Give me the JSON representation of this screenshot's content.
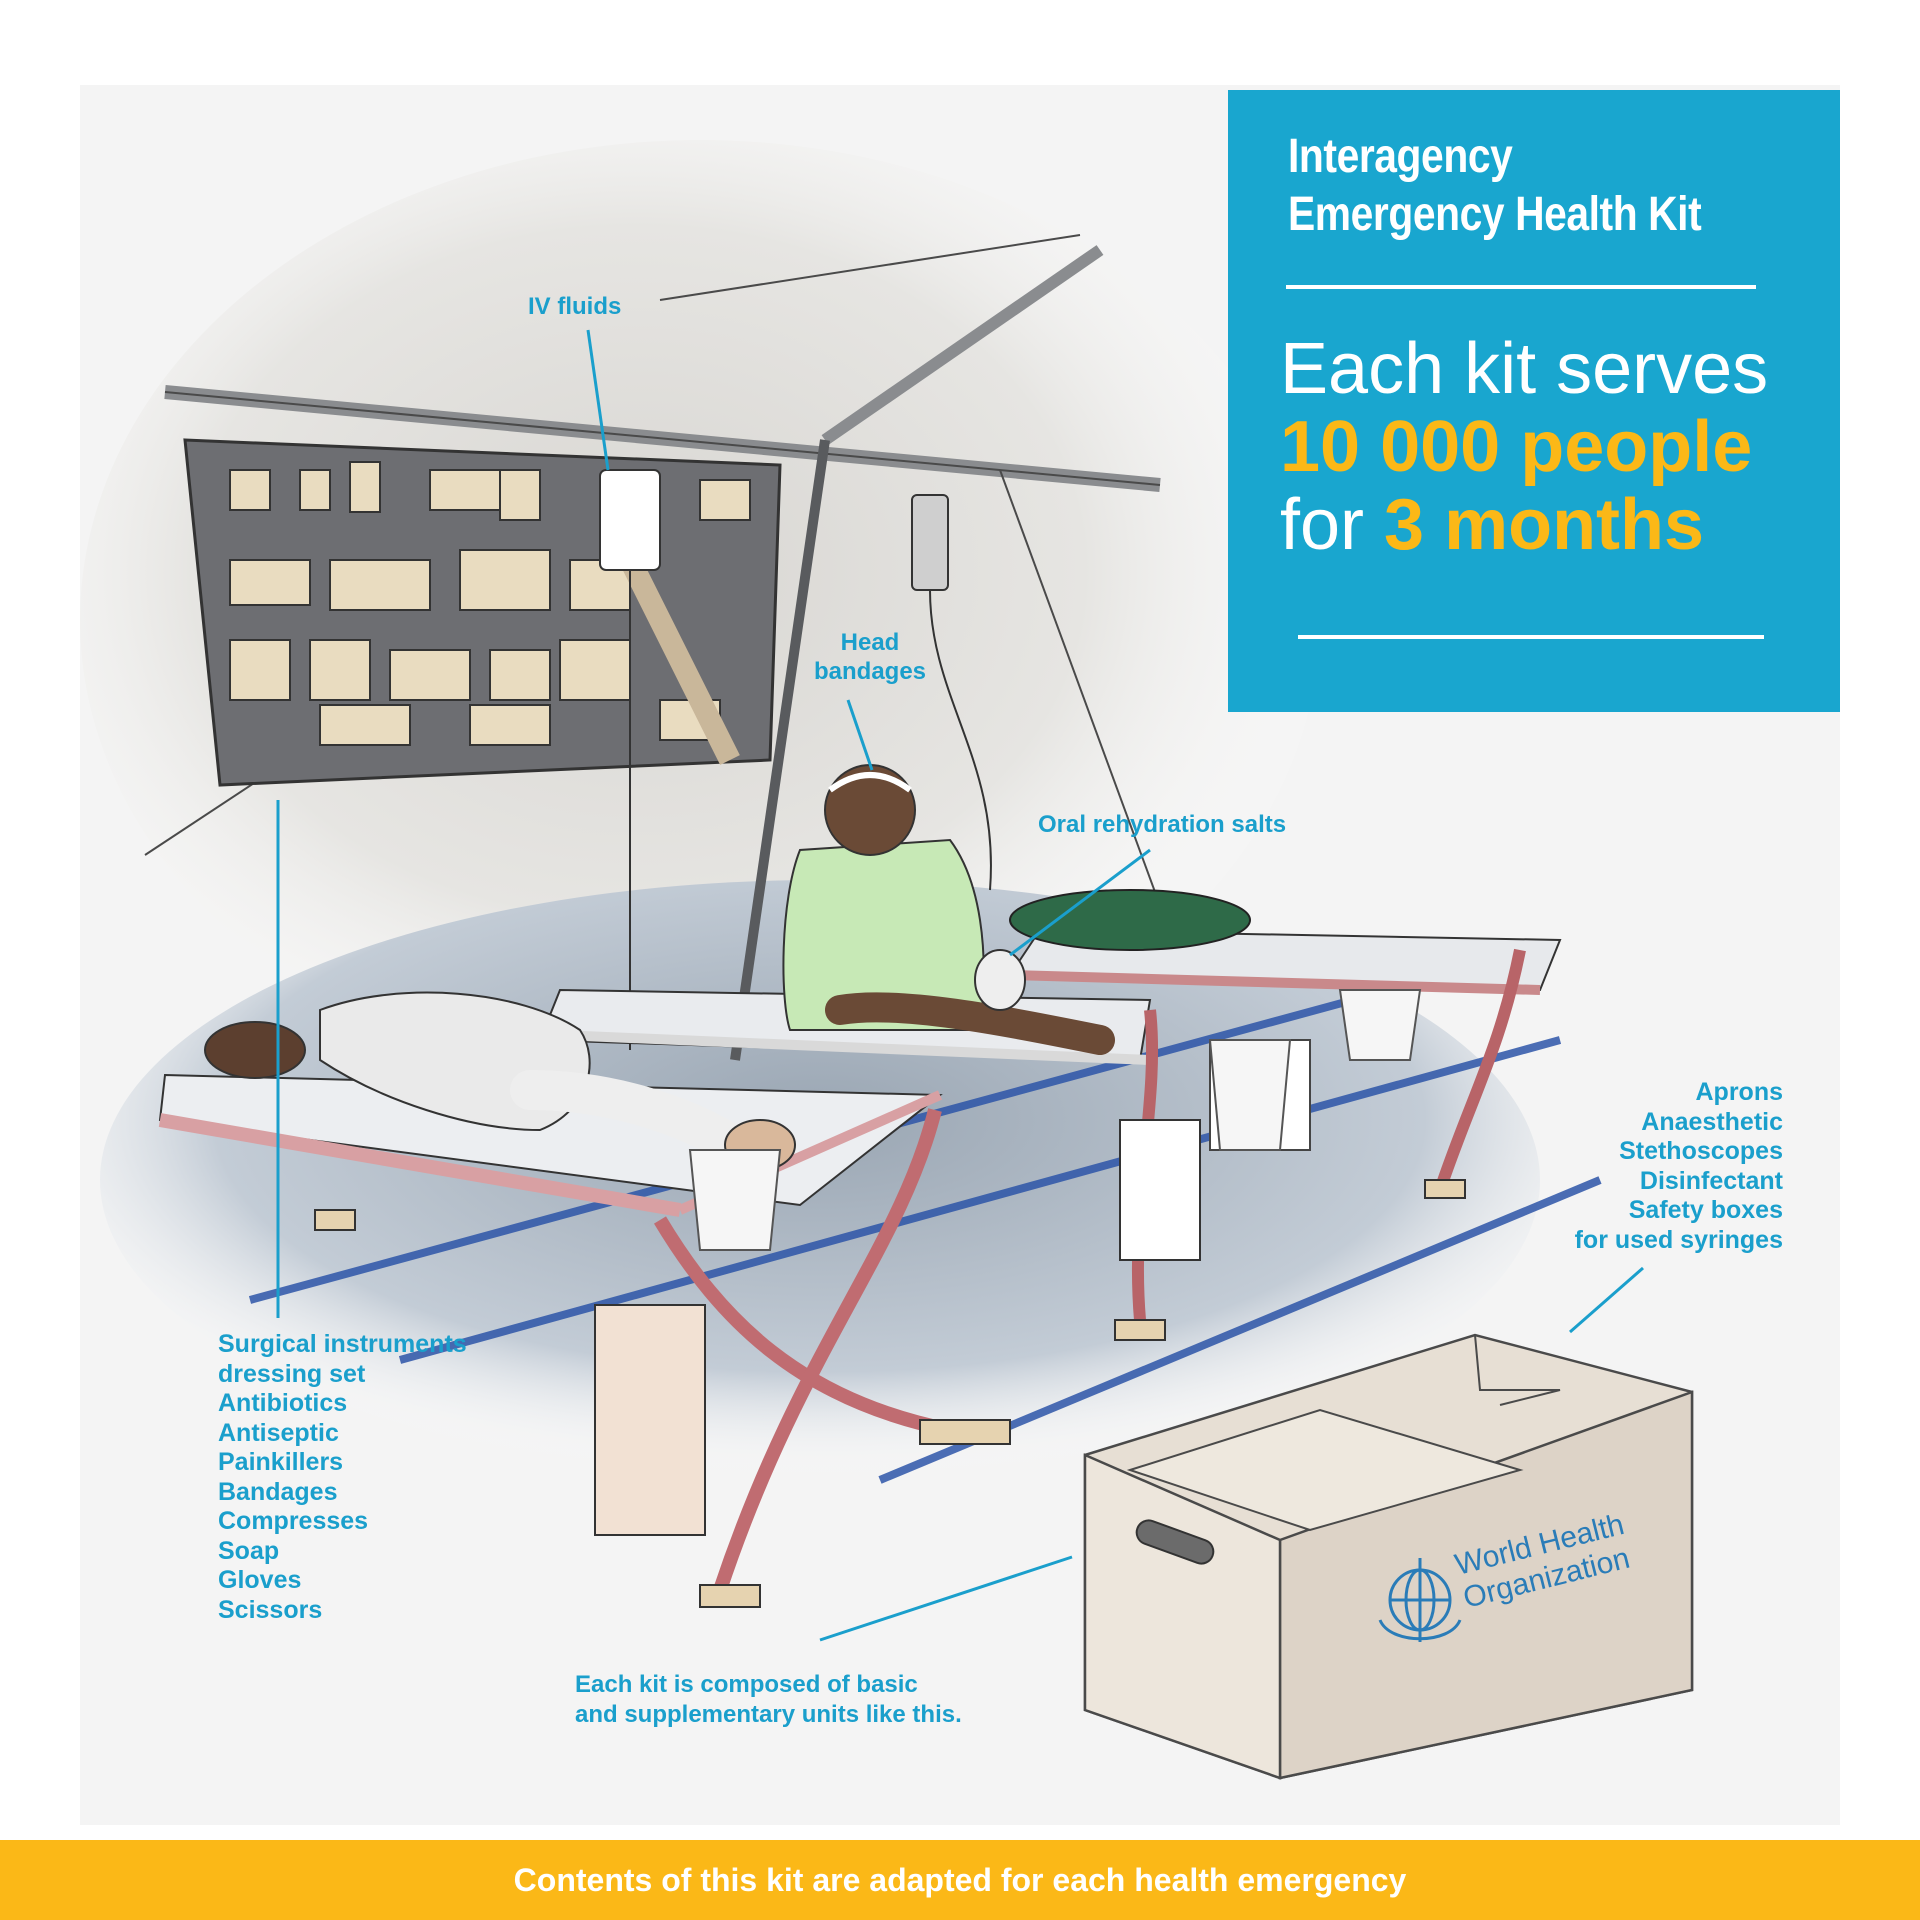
{
  "infobox": {
    "title_line1": "Interagency",
    "title_line2": "Emergency Health Kit",
    "stat_line1": "Each kit serves",
    "stat_line2": "10 000 people",
    "stat_line3_prefix": "for ",
    "stat_line3_highlight": "3 months"
  },
  "labels": {
    "iv_fluids": "IV fluids",
    "head_bandages_line1": "Head",
    "head_bandages_line2": "bandages",
    "oral_rehydration": "Oral rehydration salts",
    "left_list": [
      "Surgical instruments",
      "dressing set",
      "Antibiotics",
      "Antiseptic",
      "Painkillers",
      "Bandages",
      "Compresses",
      "Soap",
      "Gloves",
      "Scissors"
    ],
    "right_list": [
      "Aprons",
      "Anaesthetic",
      "Stethoscopes",
      "Disinfectant",
      "Safety boxes",
      "for used syringes"
    ],
    "kit_note_line1": "Each kit is composed of basic",
    "kit_note_line2": "and supplementary units like this."
  },
  "box_logo": {
    "line1": "World Health",
    "line2": "Organization"
  },
  "footer": {
    "text": "Contents of this kit are adapted for each health emergency"
  },
  "colors": {
    "accent_blue": "#19a6cf",
    "label_blue": "#1a9fcc",
    "highlight_yellow": "#fbb817",
    "footer_yellow": "#fbb817"
  },
  "icons": [
    "who-emblem-icon"
  ]
}
